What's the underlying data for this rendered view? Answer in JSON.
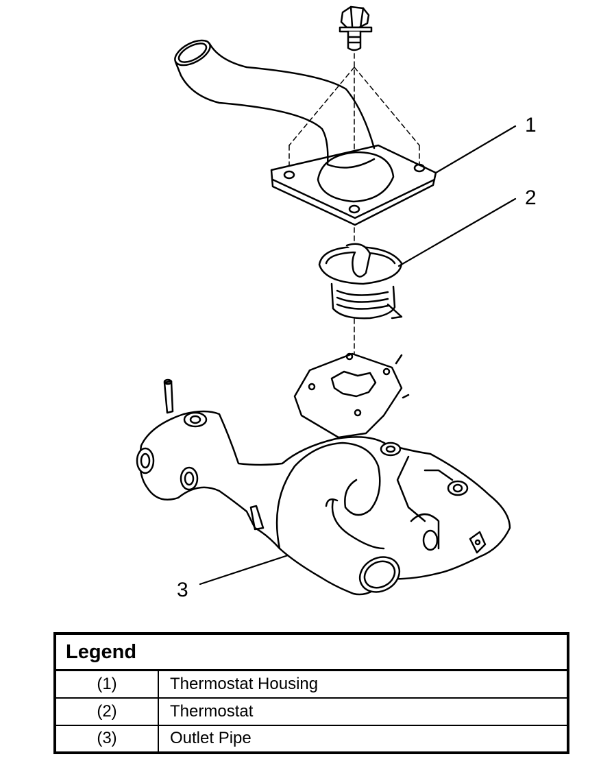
{
  "callouts": {
    "c1": "1",
    "c2": "2",
    "c3": "3"
  },
  "legend": {
    "title": "Legend",
    "rows": [
      {
        "num": "(1)",
        "desc": "Thermostat Housing"
      },
      {
        "num": "(2)",
        "desc": "Thermostat"
      },
      {
        "num": "(3)",
        "desc": "Outlet Pipe"
      }
    ]
  },
  "colors": {
    "line": "#000000",
    "background": "#ffffff"
  }
}
